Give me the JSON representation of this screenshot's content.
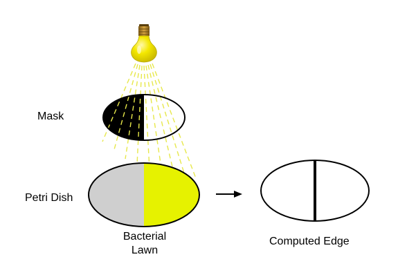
{
  "labels": {
    "mask": "Mask",
    "petri_dish": "Petri Dish",
    "bacterial_lawn_line1": "Bacterial",
    "bacterial_lawn_line2": "Lawn",
    "computed_edge": "Computed Edge"
  },
  "colors": {
    "bulb_glass": "#f2e600",
    "bulb_base": "#b8892b",
    "light_rays": "#e7e84a",
    "mask_dark": "#000000",
    "dish_shaded": "#cfcfcf",
    "dish_lit": "#e6f200",
    "outline": "#000000"
  },
  "icons": {
    "light_source": "light-bulb-icon",
    "flow_arrow": "right-arrow-icon"
  }
}
